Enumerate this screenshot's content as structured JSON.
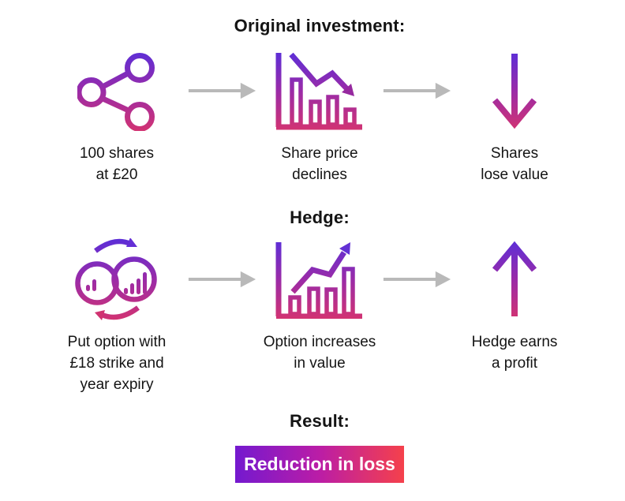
{
  "sections": {
    "original": {
      "title": "Original investment:",
      "steps": [
        {
          "icon": "share-network-icon",
          "label": "100 shares\nat £20"
        },
        {
          "icon": "declining-bar-chart-icon",
          "label": "Share price\ndeclines"
        },
        {
          "icon": "down-arrow-icon",
          "label": "Shares\nlose value"
        }
      ]
    },
    "hedge": {
      "title": "Hedge:",
      "steps": [
        {
          "icon": "put-option-cycle-icon",
          "label": "Put option with\n£18 strike and\nyear expiry"
        },
        {
          "icon": "rising-bar-chart-icon",
          "label": "Option increases\nin value"
        },
        {
          "icon": "up-arrow-icon",
          "label": "Hedge earns\na profit"
        }
      ]
    },
    "result": {
      "title": "Result:",
      "badge_label": "Reduction in loss"
    }
  },
  "flow_connector": {
    "icon": "right-arrow-icon",
    "color": "#b9b9b9"
  },
  "colors": {
    "text": "#141414",
    "icon_gradient_top": "#5b2ed8",
    "icon_gradient_mid": "#9a2ba8",
    "icon_gradient_bottom": "#d23372",
    "connector_gray": "#b9b9b9",
    "badge_gradient_left": "#7419cf",
    "badge_gradient_mid": "#bb1da6",
    "badge_gradient_right": "#f5414b",
    "badge_text": "#ffffff"
  }
}
